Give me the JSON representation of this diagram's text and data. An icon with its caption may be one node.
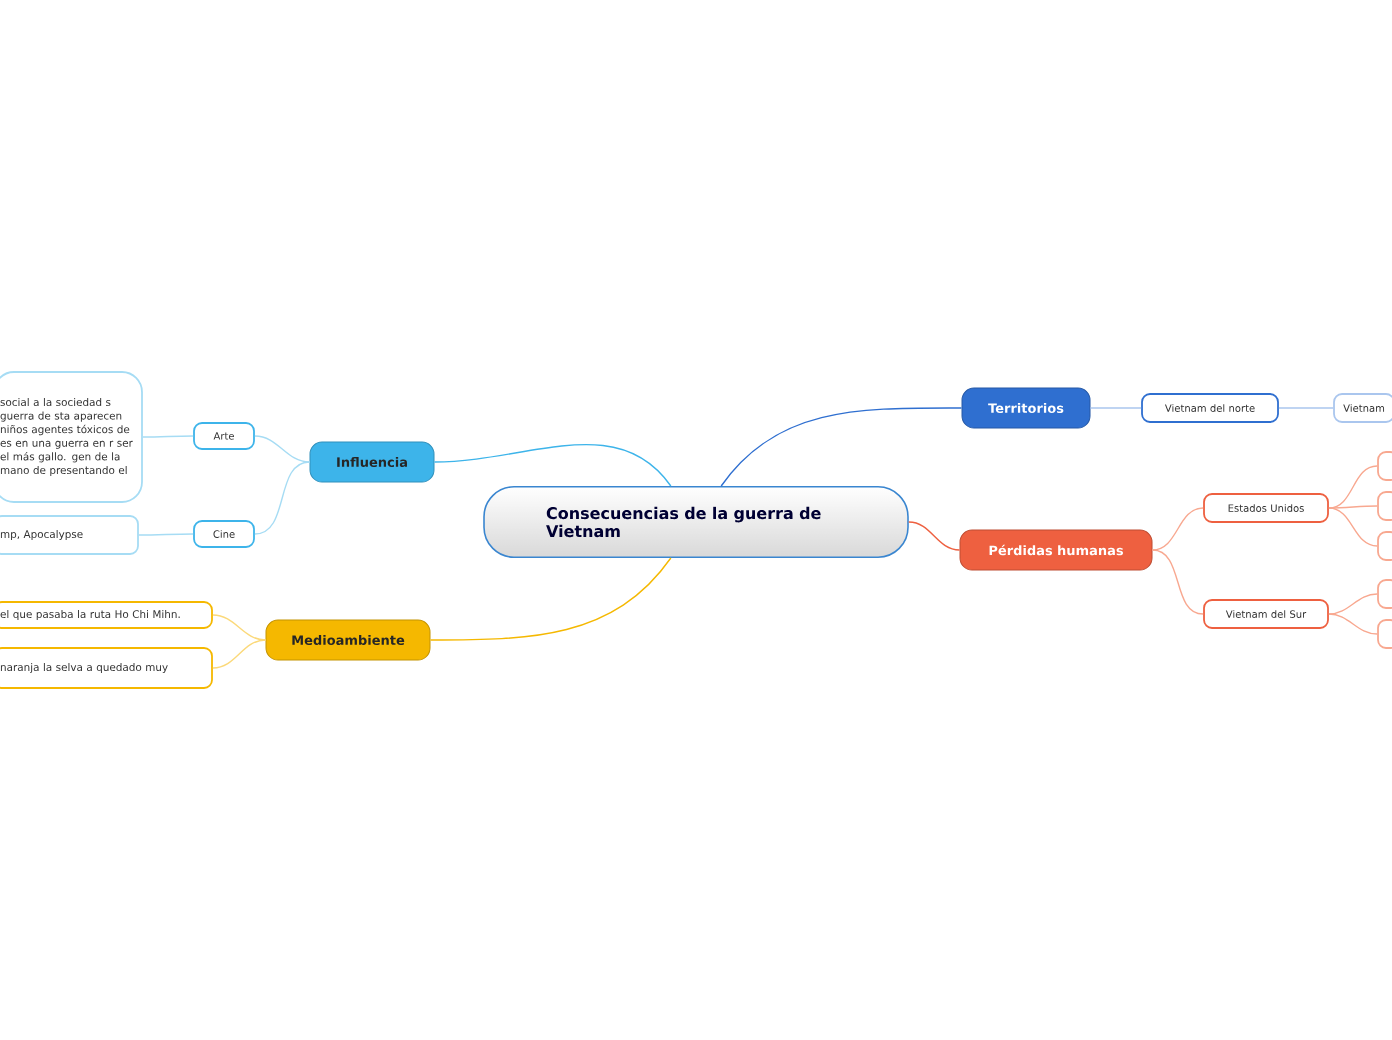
{
  "diagram": {
    "nodes": [
      {
        "text": [
          "Consecuencias de la guerra de Vietnam"
        ]
      },
      {
        "text": [
          "Territorios"
        ]
      },
      {
        "text": [
          "Vietnam del norte"
        ]
      },
      {
        "text": [
          "Vietnam"
        ]
      },
      {
        "text": [
          "Pérdidas humanas"
        ]
      },
      {
        "text": [
          "Estados Unidos"
        ]
      },
      {
        "text": [
          "Vietnam del Sur"
        ]
      },
      {
        "text": [],
        "shape": "box"
      },
      {
        "text": [],
        "shape": "box"
      },
      {
        "text": [],
        "shape": "box"
      },
      {
        "text": [],
        "shape": "box"
      },
      {
        "text": [],
        "shape": "box"
      },
      {
        "text": [
          "Influencia"
        ]
      },
      {
        "text": [
          "Arte"
        ]
      },
      {
        "text": [
          "Cine"
        ]
      },
      {
        "text": [
          "social a la sociedad s guerra de sta aparecen niños agentes tóxicos de es en una guerra en r ser el más gallo. gen de la mano de presentando el"
        ]
      },
      {
        "text": [
          "mp, Apocalypse"
        ]
      },
      {
        "text": [
          "Medioambiente"
        ]
      },
      {
        "text": [
          "el que pasaba la ruta Ho Chi Mihn."
        ]
      },
      {
        "text": [
          "naranja la selva a quedado muy"
        ]
      }
    ],
    "edges": [
      {
        "from": 0,
        "to": 1,
        "arrow": "none",
        "color": "#2f6fd0"
      },
      {
        "from": 1,
        "to": 2,
        "arrow": "none",
        "color": "#aac6ee"
      },
      {
        "from": 2,
        "to": 3,
        "arrow": "none",
        "color": "#aac6ee"
      },
      {
        "from": 0,
        "to": 4,
        "arrow": "none",
        "color": "#ee6040"
      },
      {
        "from": 4,
        "to": 5,
        "arrow": "none",
        "color": "#f8a890"
      },
      {
        "from": 4,
        "to": 6,
        "arrow": "none",
        "color": "#f8a890"
      },
      {
        "from": 5,
        "to": 7,
        "arrow": "none",
        "color": "#f8a890"
      },
      {
        "from": 5,
        "to": 8,
        "arrow": "none",
        "color": "#f8a890"
      },
      {
        "from": 5,
        "to": 9,
        "arrow": "none",
        "color": "#f8a890"
      },
      {
        "from": 6,
        "to": 10,
        "arrow": "none",
        "color": "#f8a890"
      },
      {
        "from": 6,
        "to": 11,
        "arrow": "none",
        "color": "#f8a890"
      },
      {
        "from": 0,
        "to": 12,
        "arrow": "none",
        "color": "#3db4ea"
      },
      {
        "from": 12,
        "to": 13,
        "arrow": "none",
        "color": "#a6dcf4"
      },
      {
        "from": 12,
        "to": 14,
        "arrow": "none",
        "color": "#a6dcf4"
      },
      {
        "from": 13,
        "to": 15,
        "arrow": "none",
        "color": "#a6dcf4"
      },
      {
        "from": 14,
        "to": 16,
        "arrow": "none",
        "color": "#a6dcf4"
      },
      {
        "from": 0,
        "to": 17,
        "arrow": "none",
        "color": "#f5b800"
      },
      {
        "from": 17,
        "to": 18,
        "arrow": "none",
        "color": "#fbd97a"
      },
      {
        "from": 17,
        "to": 19,
        "arrow": "none",
        "color": "#fbd97a"
      }
    ]
  }
}
